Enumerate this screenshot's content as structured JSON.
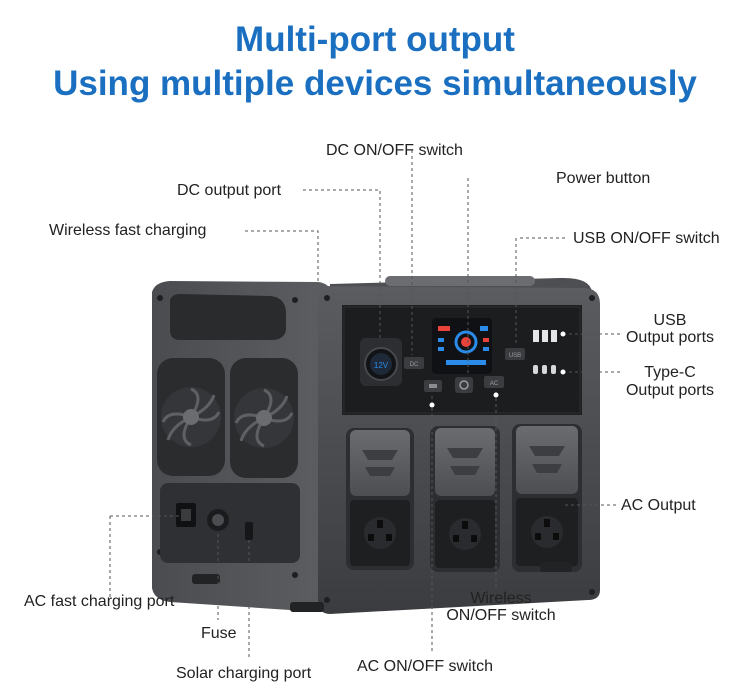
{
  "title": {
    "line1": "Multi-port output",
    "line2": "Using multiple devices simultaneously"
  },
  "device": {
    "dc_port_text": "12V",
    "usb_switch_text": "USB",
    "dc_switch_text": "DC",
    "ac_switch_text": "AC"
  },
  "labels": {
    "dc_switch": "DC ON/OFF switch",
    "power_button": "Power button",
    "dc_output": "DC output port",
    "wireless_charging": "Wireless fast charging",
    "usb_switch": "USB ON/OFF switch",
    "usb_ports_1": "USB",
    "usb_ports_2": "Output ports",
    "typec_1": "Type-C",
    "typec_2": "Output ports",
    "ac_output": "AC Output",
    "ac_fast_charging": "AC fast charging port",
    "fuse": "Fuse",
    "solar": "Solar charging port",
    "wireless_switch_1": "Wireless",
    "wireless_switch_2": "ON/OFF switch",
    "ac_switch": "AC ON/OFF switch"
  },
  "colors": {
    "title": "#1a6fc0",
    "body_dark": "#3a3c3f",
    "body_mid": "#55575b",
    "panel": "#1c1d1f",
    "accent_blue": "#2a8be8",
    "accent_red": "#e8423a"
  }
}
